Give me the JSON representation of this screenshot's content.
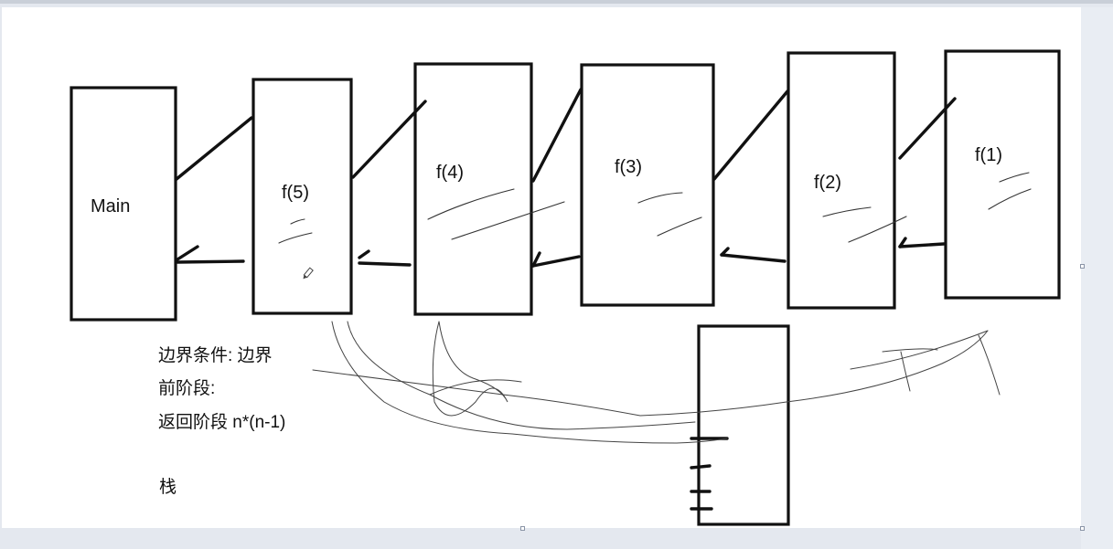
{
  "colors": {
    "background": "#e4e8ef",
    "canvas": "#ffffff",
    "ink": "#111111",
    "pencil": "#333333"
  },
  "boxes": [
    {
      "id": "main",
      "label": "Main"
    },
    {
      "id": "f5",
      "label": "f(5)"
    },
    {
      "id": "f4",
      "label": "f(4)"
    },
    {
      "id": "f3",
      "label": "f(3)"
    },
    {
      "id": "f2",
      "label": "f(2)"
    },
    {
      "id": "f1",
      "label": "f(1)"
    }
  ],
  "notes": {
    "line1": "边界条件: 边界",
    "line2": "前阶段:",
    "line3": "返回阶段  n*(n-1)",
    "line4": "栈"
  },
  "icons": {
    "pencil": "pencil-icon"
  }
}
